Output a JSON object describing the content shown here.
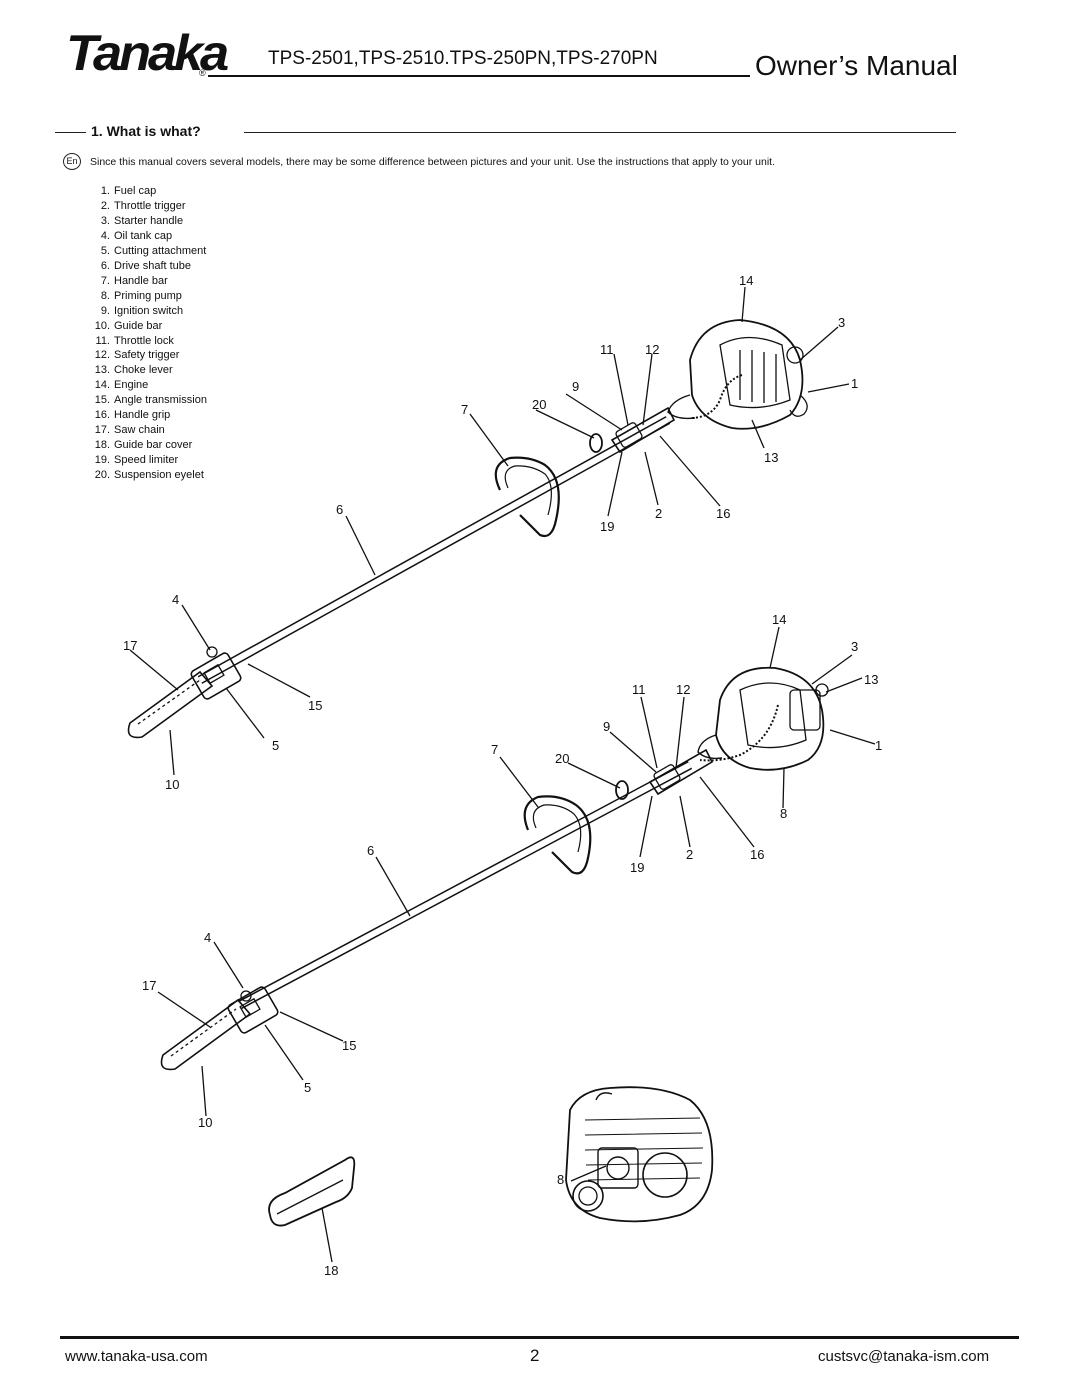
{
  "header": {
    "brand": "Tanaka",
    "mark": "®",
    "models": "TPS-2501,TPS-2510.TPS-250PN,TPS-270PN",
    "title": "Owner’s Manual"
  },
  "section": {
    "title": "1. What is what?",
    "lang_badge": "En",
    "intro": "Since this manual covers several models, there may be some difference between pictures and your unit.  Use the instructions that apply to your unit."
  },
  "parts": [
    {
      "num": "1.",
      "name": "Fuel cap"
    },
    {
      "num": "2.",
      "name": "Throttle trigger"
    },
    {
      "num": "3.",
      "name": "Starter handle"
    },
    {
      "num": "4.",
      "name": "Oil tank cap"
    },
    {
      "num": "5.",
      "name": "Cutting attachment"
    },
    {
      "num": "6.",
      "name": "Drive shaft tube"
    },
    {
      "num": "7.",
      "name": "Handle bar"
    },
    {
      "num": "8.",
      "name": "Priming pump"
    },
    {
      "num": "9.",
      "name": "Ignition switch"
    },
    {
      "num": "10.",
      "name": "Guide bar"
    },
    {
      "num": "11.",
      "name": "Throttle lock"
    },
    {
      "num": "12.",
      "name": "Safety trigger"
    },
    {
      "num": "13.",
      "name": "Choke lever"
    },
    {
      "num": "14.",
      "name": "Engine"
    },
    {
      "num": "15.",
      "name": "Angle transmission"
    },
    {
      "num": "16.",
      "name": "Handle grip"
    },
    {
      "num": "17.",
      "name": "Saw chain"
    },
    {
      "num": "18.",
      "name": "Guide bar cover"
    },
    {
      "num": "19.",
      "name": "Speed limiter"
    },
    {
      "num": "20.",
      "name": "Suspension eyelet"
    }
  ],
  "callouts": {
    "top": [
      "14",
      "3",
      "11",
      "12",
      "9",
      "1",
      "7",
      "20",
      "13",
      "6",
      "19",
      "2",
      "16",
      "4",
      "17",
      "15",
      "5",
      "10"
    ],
    "bottom": [
      "14",
      "3",
      "13",
      "11",
      "12",
      "9",
      "1",
      "7",
      "20",
      "8",
      "6",
      "19",
      "2",
      "16",
      "4",
      "17",
      "15",
      "5",
      "10"
    ],
    "detail": [
      "8",
      "18"
    ]
  },
  "footer": {
    "url": "www.tanaka-usa.com",
    "page": "2",
    "email": "custsvc@tanaka-ism.com"
  }
}
